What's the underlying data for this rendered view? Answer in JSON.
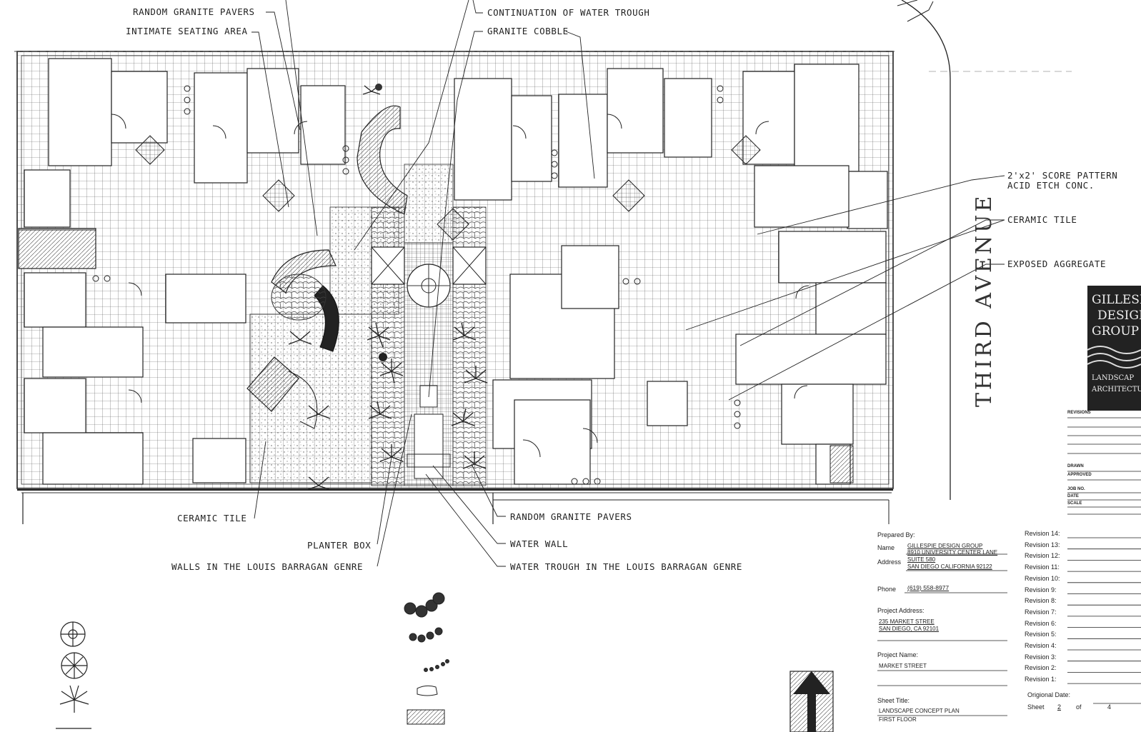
{
  "labels": {
    "random_granite_pavers_top": "RANDOM GRANITE PAVERS",
    "intimate_seating_area": "INTIMATE SEATING AREA",
    "continuation_of_water_trough": "CONTINUATION OF WATER TROUGH",
    "granite_cobble": "GRANITE COBBLE",
    "score_pattern": "2'x2' SCORE PATTERN",
    "acid_etch": "ACID ETCH CONC.",
    "ceramic_tile_right": "CERAMIC TILE",
    "exposed_aggregate": "EXPOSED AGGREGATE",
    "ceramic_tile_bottom": "CERAMIC TILE",
    "planter_box": "PLANTER BOX",
    "walls_louis_barragan": "WALLS IN THE LOUIS BARRAGAN GENRE",
    "random_granite_pavers_bottom": "RANDOM GRANITE PAVERS",
    "water_wall": "WATER WALL",
    "water_trough_louis_barragan": "WATER TROUGH IN THE LOUIS BARRAGAN GENRE"
  },
  "street_name": "THIRD AVENUE",
  "logo": {
    "line1": "GILLESPI",
    "line2": "DESIGN",
    "line3": "GROUP IN",
    "line4": "LANDSCAP",
    "line5": "ARCHITECTU"
  },
  "side_block": {
    "revisions": "REVISIONS",
    "drawn": "DRAWN",
    "approved": "APPROVED",
    "job_no": "JOB NO.",
    "date": "DATE",
    "scale": "SCALE"
  },
  "title_block": {
    "prepared_by": "Prepared By:",
    "name_label": "Name",
    "name_value": "GILLESPIE DESIGN GROUP",
    "address_label": "Address",
    "address_line1": "8910 UNIVERSITY CENTER LANE",
    "address_line2": "SUITE 580",
    "address_line3": "SAN DIEGO CALIFORNIA 92122",
    "phone_label": "Phone",
    "phone_value": "(619) 558-8977",
    "project_address_label": "Project Address:",
    "project_address_line1": "235 MARKET STREE",
    "project_address_line2": "SAN DIEGO, CA 92101",
    "project_name_label": "Project Name:",
    "project_name_value": "MARKET STREET",
    "sheet_title_label": "Sheet Title:",
    "sheet_title_line1": "LANDSCAPE CONCEPT PLAN",
    "sheet_title_line2": "FIRST FLOOR",
    "original_date_label": "Origional Date:",
    "sheet_label": "Sheet",
    "sheet_number": "2",
    "of_label": "of",
    "sheet_total": "4"
  },
  "revisions": [
    "Revision 14:",
    "Revision 13:",
    "Revision 12:",
    "Revision 11:",
    "Revision 10:",
    "Revision  9:",
    "Revision  8:",
    "Revision  7:",
    "Revision  6:",
    "Revision  5:",
    "Revision  4:",
    "Revision  3:",
    "Revision  2:",
    "Revision  1:"
  ]
}
